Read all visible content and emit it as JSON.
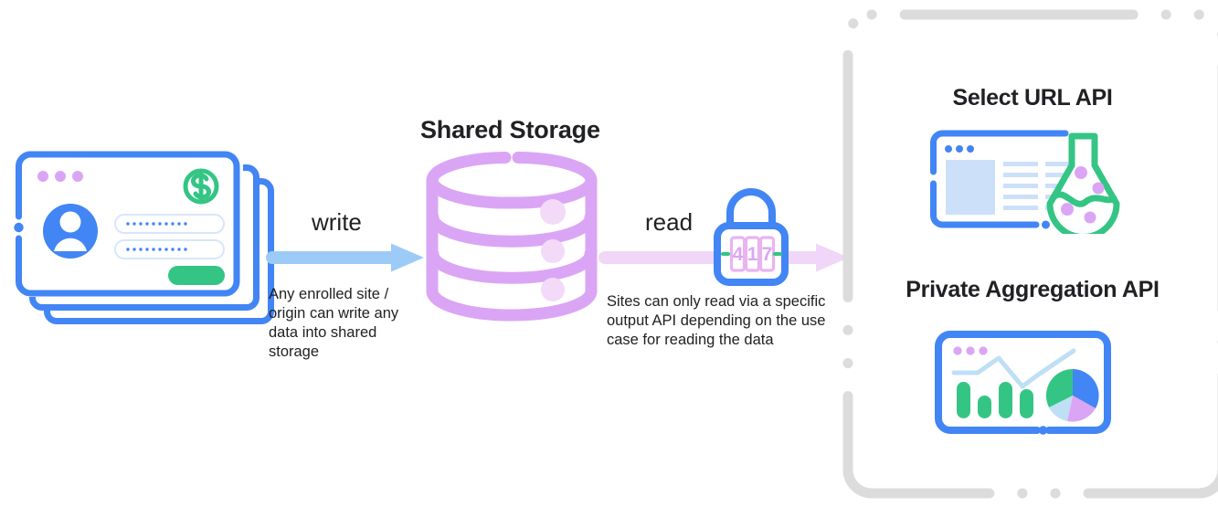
{
  "diagram": {
    "title_storage": "Shared Storage",
    "labels": {
      "write": "write",
      "read": "read"
    },
    "captions": {
      "write": "Any enrolled site / origin can write any data into shared storage",
      "read": "Sites can only read via a specific output API depending on the use case for reading the data"
    },
    "lock_combination": "417",
    "lock_digits": [
      "4",
      "1",
      "7"
    ],
    "apis": [
      {
        "title": "Select URL API",
        "icon": "browser-flask-icon"
      },
      {
        "title": "Private Aggregation API",
        "icon": "browser-dashboard-icon"
      }
    ],
    "icons": {
      "browser_stack": "stacked-browser-windows-icon",
      "dollar": "dollar-circle-icon",
      "avatar": "user-avatar-icon",
      "database": "database-cylinder-icon",
      "lock": "combination-padlock-icon",
      "flask": "lab-flask-icon",
      "chart": "analytics-dashboard-icon"
    },
    "colors": {
      "blue": "#4285f4",
      "light_blue_arrow": "#9dcbf7",
      "purple": "#dba5f5",
      "light_purple_arrow": "#f0d6f7",
      "green": "#34c585",
      "pink_dot": "#e49ae8",
      "gray_dash": "#dcdcdc",
      "text": "#202124"
    },
    "chart_icon": {
      "bars": [
        4,
        2,
        4,
        3
      ],
      "pie_slices": [
        50,
        20,
        18,
        12
      ]
    }
  }
}
